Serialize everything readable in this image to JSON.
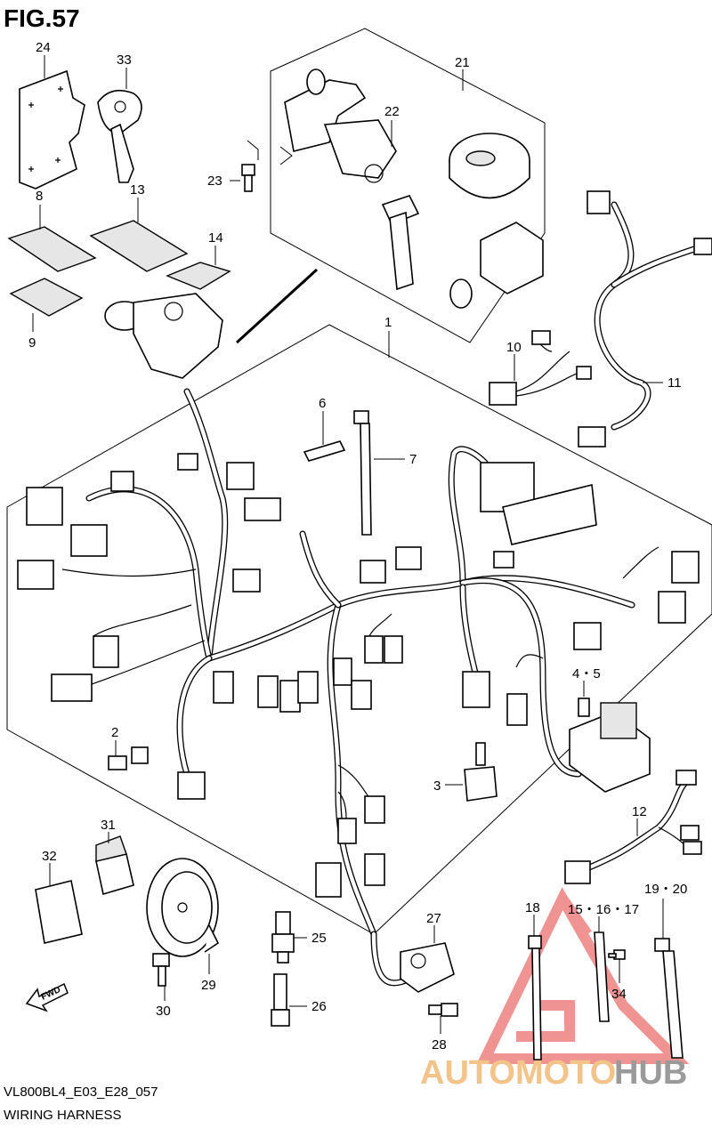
{
  "figure": {
    "title": "FIG.57",
    "code": "VL800BL4_E03_E28_057",
    "caption": "WIRING HARNESS"
  },
  "fwd_label": "FWD",
  "callouts": [
    {
      "id": "c24",
      "text": "24"
    },
    {
      "id": "c33",
      "text": "33"
    },
    {
      "id": "c21",
      "text": "21"
    },
    {
      "id": "c22",
      "text": "22"
    },
    {
      "id": "c23",
      "text": "23"
    },
    {
      "id": "c8",
      "text": "8"
    },
    {
      "id": "c13",
      "text": "13"
    },
    {
      "id": "c14",
      "text": "14"
    },
    {
      "id": "c9",
      "text": "9"
    },
    {
      "id": "c1",
      "text": "1"
    },
    {
      "id": "c10",
      "text": "10"
    },
    {
      "id": "c11",
      "text": "11"
    },
    {
      "id": "c6",
      "text": "6"
    },
    {
      "id": "c7",
      "text": "7"
    },
    {
      "id": "c45",
      "text": "4・5"
    },
    {
      "id": "c2",
      "text": "2"
    },
    {
      "id": "c3",
      "text": "3"
    },
    {
      "id": "c12",
      "text": "12"
    },
    {
      "id": "c31",
      "text": "31"
    },
    {
      "id": "c32",
      "text": "32"
    },
    {
      "id": "c27",
      "text": "27"
    },
    {
      "id": "c18",
      "text": "18"
    },
    {
      "id": "c151617",
      "text": "15・16・17"
    },
    {
      "id": "c1920",
      "text": "19・20"
    },
    {
      "id": "c25",
      "text": "25"
    },
    {
      "id": "c29",
      "text": "29"
    },
    {
      "id": "c30",
      "text": "30"
    },
    {
      "id": "c26",
      "text": "26"
    },
    {
      "id": "c28",
      "text": "28"
    },
    {
      "id": "c34",
      "text": "34"
    }
  ],
  "watermark": {
    "part1": "AUTOMOTO",
    "part2": "HUB",
    "color_red": "#e23b3b",
    "color_orange": "#f2c48a",
    "color_gray": "#9a9a9a"
  }
}
